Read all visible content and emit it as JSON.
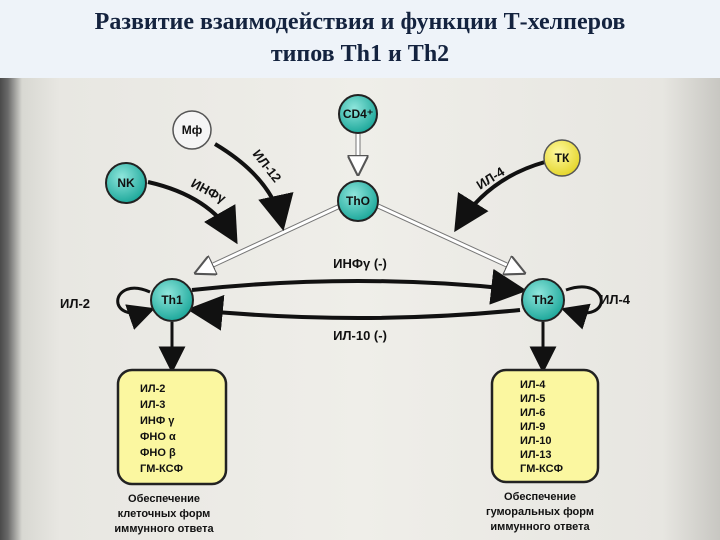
{
  "title": {
    "line1": "Развитие взаимодействия и функции Т-хелперов",
    "line2": "типов Th1 и Th2"
  },
  "nodes": {
    "cd4": "CD4⁺",
    "th0": "ThO",
    "mf": "Мф",
    "nk": "NK",
    "tk": "ТК",
    "th1": "Th1",
    "th2": "Th2"
  },
  "labels": {
    "il12": "ИЛ-12",
    "inf_nk": "ИНФγ",
    "il4_tk": "ИЛ-4",
    "inf_cross": "ИНФγ (-)",
    "il10_cross": "ИЛ-10 (-)",
    "il2_self": "ИЛ-2",
    "il4_self": "ИЛ-4"
  },
  "th1_box": {
    "items": [
      "ИЛ-2",
      "ИЛ-3",
      "ИНФ γ",
      "ФНО α",
      "ФНО β",
      "ГМ-КСФ"
    ],
    "caption": [
      "Обеспечение",
      "клеточных форм",
      "иммунного ответа"
    ]
  },
  "th2_box": {
    "items": [
      "ИЛ-4",
      "ИЛ-5",
      "ИЛ-6",
      "ИЛ-9",
      "ИЛ-10",
      "ИЛ-13",
      "ГМ-КСФ"
    ],
    "caption": [
      "Обеспечение",
      "гуморальных форм",
      "иммунного ответа"
    ]
  },
  "colors": {
    "title": "#14233f",
    "cell_teal": "#39c0b4",
    "cell_yellow": "#f3ea4c",
    "box_fill": "#fbf7a0",
    "node_white": "#f5f5f5"
  }
}
